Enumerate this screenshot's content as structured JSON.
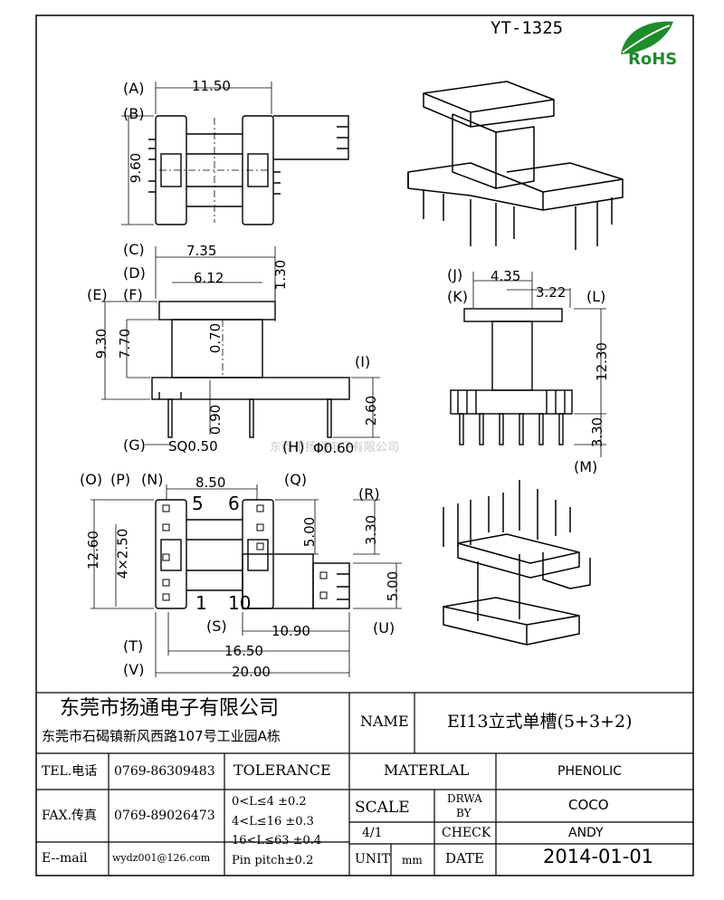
{
  "drawing": {
    "part_number": "YT-1325",
    "logo_text": "RoHS",
    "watermark": "东莞市扬通电子有限公司"
  },
  "dims": {
    "a": "11.50",
    "b": "9.60",
    "c": "7.35",
    "d": "6.12",
    "e": "1.30",
    "f": "9.30",
    "g": "7.70",
    "h": "0.70",
    "i": "0.90",
    "j": "2.60",
    "k": "SQ0.50",
    "l": "Φ0.60",
    "m": "4.35",
    "n": "3.22",
    "o": "12.30",
    "p": "3.30",
    "q": "8.50",
    "r": "12.60",
    "s": "4×2.50",
    "t": "5.00",
    "u": "3.30",
    "v": "5.00",
    "w": "10.90",
    "x": "16.50",
    "y": "20.00",
    "pin5": "5",
    "pin6": "6",
    "pin1": "1",
    "pin10": "10"
  },
  "tags": {
    "A": "(A)",
    "B": "(B)",
    "C": "(C)",
    "D": "(D)",
    "E": "(E)",
    "F": "(F)",
    "G": "(G)",
    "H": "(H)",
    "I": "(I)",
    "J": "(J)",
    "K": "(K)",
    "L": "(L)",
    "M": "(M)",
    "N": "(N)",
    "O": "(O)",
    "P": "(P)",
    "Q": "(Q)",
    "R": "(R)",
    "S": "(S)",
    "T": "(T)",
    "U": "(U)",
    "V": "(V)"
  },
  "title_block": {
    "company": "东莞市扬通电子有限公司",
    "address": "东莞市石碣镇新风西路107号工业园A栋",
    "name_label": "NAME",
    "name_value": "EI13立式单槽(5+3+2)",
    "tel_label": "TEL.电话",
    "tel_value": "0769-86309483",
    "fax_label": "FAX.传真",
    "fax_value": "0769-89026473",
    "email_label": "E--mail",
    "email_value": "wydz001@126.com",
    "tolerance_label": "TOLERANCE",
    "tol_1": "0<L≤4   ±0.2",
    "tol_2": "4<L≤16  ±0.3",
    "tol_3": "16<L≤63 ±0.4",
    "tol_4": "Pin pitch±0.2",
    "material_label": "MATERLAL",
    "material_value": "PHENOLIC",
    "scale_label": "SCALE",
    "scale_value": "4/1",
    "drawn_by_label_1": "DRWA",
    "drawn_by_label_2": "BY",
    "drawn_by_value": "COCO",
    "check_label": "CHECK",
    "check_value": "ANDY",
    "unit_label": "UNIT",
    "unit_value": "mm",
    "date_label": "DATE",
    "date_value": "2014-01-01"
  }
}
